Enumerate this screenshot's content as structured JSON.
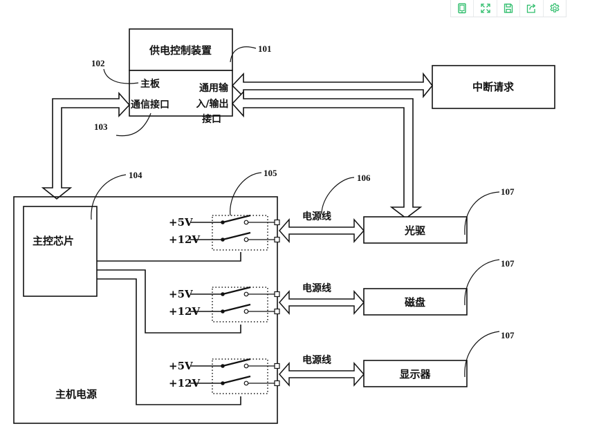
{
  "toolbar": {
    "accent_color": "#2ebd6b",
    "buttons": [
      {
        "name": "tablet-view",
        "icon": "tablet-icon"
      },
      {
        "name": "fullscreen",
        "icon": "expand-icon"
      },
      {
        "name": "save",
        "icon": "save-icon"
      },
      {
        "name": "share",
        "icon": "share-icon"
      },
      {
        "name": "settings",
        "icon": "gear-icon"
      }
    ]
  },
  "diagram": {
    "power_control_device": {
      "label": "供电控制装置",
      "ref": "101"
    },
    "motherboard": {
      "label": "主板",
      "ref": "102"
    },
    "comm_interface": {
      "label": "通信接口",
      "ref": "103"
    },
    "gpio_interface": {
      "lines": [
        "通用输",
        "入/输出",
        "接口"
      ]
    },
    "interrupt_request": {
      "label": "中断请求"
    },
    "main_chip": {
      "label": "主控芯片",
      "ref": "104"
    },
    "switch_ref": "105",
    "host_power": {
      "label": "主机电源"
    },
    "power_line_ref": "106",
    "voltages": [
      "+5V",
      "+12V"
    ],
    "power_line_label": "电源线",
    "devices": [
      {
        "label": "光驱",
        "ref": "107"
      },
      {
        "label": "磁盘",
        "ref": "107"
      },
      {
        "label": "显示器",
        "ref": "107"
      }
    ]
  }
}
